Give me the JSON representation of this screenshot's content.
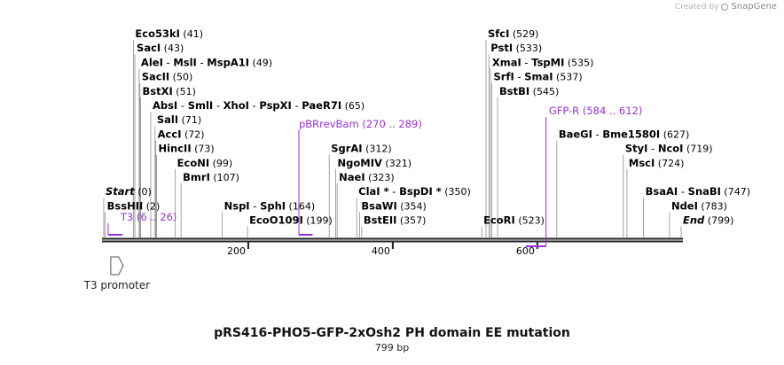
{
  "brand": {
    "created_by": "Created by",
    "app_name": "SnapGene"
  },
  "map": {
    "title": "pRS416-PHO5-GFP-2xOsh2 PH domain EE mutation",
    "length_label": "799 bp",
    "length_bp": 799,
    "ticks": [
      {
        "label": "200",
        "bp": 200
      },
      {
        "label": "400",
        "bp": 400
      },
      {
        "label": "600",
        "bp": 600
      }
    ],
    "colors": {
      "backbone": "#222222",
      "primer": "#9b30d9",
      "text": "#000000",
      "feature": "#555555"
    }
  },
  "sites": [
    {
      "id": "eco53ki",
      "bp": 41,
      "row": 0,
      "names": [
        "Eco53kI"
      ],
      "pos": "(41)"
    },
    {
      "id": "saci",
      "bp": 43,
      "row": 1,
      "names": [
        "SacI"
      ],
      "pos": "(43)"
    },
    {
      "id": "alei",
      "bp": 49,
      "row": 2,
      "names": [
        "AleI",
        "MslI",
        "MspA1I"
      ],
      "pos": "(49)"
    },
    {
      "id": "sacii",
      "bp": 50,
      "row": 3,
      "names": [
        "SacII"
      ],
      "pos": "(50)"
    },
    {
      "id": "bstxi",
      "bp": 51,
      "row": 4,
      "names": [
        "BstXI"
      ],
      "pos": "(51)"
    },
    {
      "id": "absi",
      "bp": 65,
      "row": 5,
      "names": [
        "AbsI",
        "SmlI",
        "XhoI",
        "PspXI",
        "PaeR7I"
      ],
      "pos": "(65)"
    },
    {
      "id": "sali",
      "bp": 71,
      "row": 6,
      "names": [
        "SalI"
      ],
      "pos": "(71)"
    },
    {
      "id": "acci",
      "bp": 72,
      "row": 7,
      "names": [
        "AccI"
      ],
      "pos": "(72)"
    },
    {
      "id": "hincii",
      "bp": 73,
      "row": 8,
      "names": [
        "HincII"
      ],
      "pos": "(73)"
    },
    {
      "id": "econi",
      "bp": 99,
      "row": 9,
      "names": [
        "EcoNI"
      ],
      "pos": "(99)"
    },
    {
      "id": "bmri",
      "bp": 107,
      "row": 10,
      "names": [
        "BmrI"
      ],
      "pos": "(107)"
    },
    {
      "id": "start",
      "bp": 0,
      "row": 11,
      "names": [
        "Start"
      ],
      "pos": "(0)",
      "italic": true
    },
    {
      "id": "nsp1",
      "bp": 164,
      "row": 12,
      "names": [
        "NspI",
        "SphI"
      ],
      "pos": "(164)"
    },
    {
      "id": "bsshii",
      "bp": 2,
      "row": 12,
      "names": [
        "BssHII"
      ],
      "pos": "(2)"
    },
    {
      "id": "eco0109i",
      "bp": 199,
      "row": 13,
      "names": [
        "EcoO109I"
      ],
      "pos": "(199)"
    },
    {
      "id": "sgrai",
      "bp": 312,
      "row": 8,
      "names": [
        "SgrAI"
      ],
      "pos": "(312)"
    },
    {
      "id": "ngomiv",
      "bp": 321,
      "row": 9,
      "names": [
        "NgoMIV"
      ],
      "pos": "(321)"
    },
    {
      "id": "naei",
      "bp": 323,
      "row": 10,
      "names": [
        "NaeI"
      ],
      "pos": "(323)"
    },
    {
      "id": "clai",
      "bp": 350,
      "row": 11,
      "names": [
        "ClaI *",
        "BspDI *"
      ],
      "pos": "(350)"
    },
    {
      "id": "bsawi",
      "bp": 354,
      "row": 12,
      "names": [
        "BsaWI"
      ],
      "pos": "(354)"
    },
    {
      "id": "bsteii",
      "bp": 357,
      "row": 13,
      "names": [
        "BstEII"
      ],
      "pos": "(357)"
    },
    {
      "id": "sfci",
      "bp": 529,
      "row": 0,
      "names": [
        "SfcI"
      ],
      "pos": "(529)"
    },
    {
      "id": "psti",
      "bp": 533,
      "row": 1,
      "names": [
        "PstI"
      ],
      "pos": "(533)"
    },
    {
      "id": "xmai",
      "bp": 535,
      "row": 2,
      "names": [
        "XmaI",
        "TspMI"
      ],
      "pos": "(535)"
    },
    {
      "id": "srfi",
      "bp": 537,
      "row": 3,
      "names": [
        "SrfI",
        "SmaI"
      ],
      "pos": "(537)"
    },
    {
      "id": "bstbi",
      "bp": 545,
      "row": 4,
      "names": [
        "BstBI"
      ],
      "pos": "(545)"
    },
    {
      "id": "ecori",
      "bp": 523,
      "row": 13,
      "names": [
        "EcoRI"
      ],
      "pos": "(523)"
    },
    {
      "id": "baegi",
      "bp": 627,
      "row": 7,
      "names": [
        "BaeGI",
        "Bme1580I"
      ],
      "pos": "(627)"
    },
    {
      "id": "styi",
      "bp": 719,
      "row": 8,
      "names": [
        "StyI",
        "NcoI"
      ],
      "pos": "(719)"
    },
    {
      "id": "msci",
      "bp": 724,
      "row": 9,
      "names": [
        "MscI"
      ],
      "pos": "(724)"
    },
    {
      "id": "bsaai",
      "bp": 747,
      "row": 11,
      "names": [
        "BsaAI",
        "SnaBI"
      ],
      "pos": "(747)"
    },
    {
      "id": "ndei",
      "bp": 783,
      "row": 12,
      "names": [
        "NdeI"
      ],
      "pos": "(783)"
    },
    {
      "id": "end",
      "bp": 799,
      "row": 13,
      "names": [
        "End"
      ],
      "pos": "(799)",
      "italic": true
    }
  ],
  "primers": [
    {
      "id": "t3",
      "name": "T3",
      "range": "(6 .. 26)",
      "start": 6,
      "end": 26
    },
    {
      "id": "pbrrevbam",
      "name": "pBRrevBam",
      "range": "(270 .. 289)",
      "start": 270,
      "end": 289
    },
    {
      "id": "gfp-r",
      "name": "GFP-R",
      "range": "(584 .. 612)",
      "start": 584,
      "end": 612
    }
  ],
  "features": [
    {
      "id": "t3-promoter",
      "name": "T3 promoter",
      "start": 6,
      "end": 26
    }
  ]
}
